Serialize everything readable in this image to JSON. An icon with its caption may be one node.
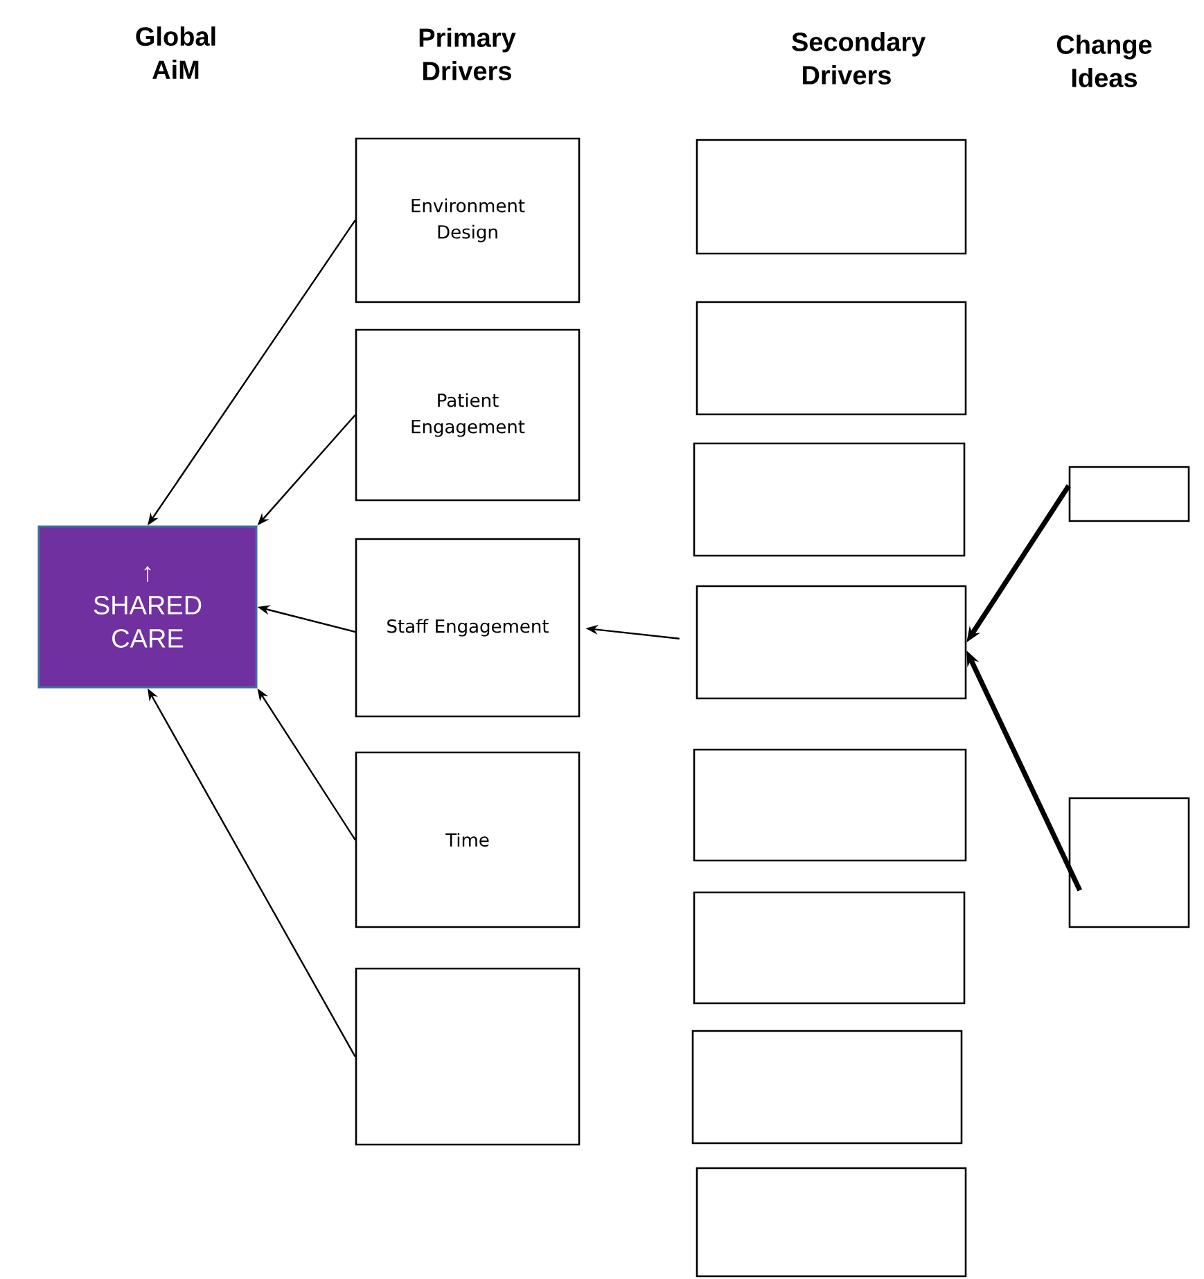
{
  "diagram": {
    "nodes": [
      {
        "text": [
          "↑ SHARED CARE"
        ]
      },
      {
        "text": [
          "Environment Design"
        ]
      },
      {
        "text": [
          "Patient Engagement"
        ]
      },
      {
        "text": [
          "Staff Engagement"
        ]
      },
      {
        "text": [
          "Time"
        ]
      },
      {
        "text": [],
        "shape": "box"
      },
      {
        "text": [],
        "shape": "box"
      },
      {
        "text": [],
        "shape": "box"
      },
      {
        "text": [],
        "shape": "box"
      },
      {
        "text": [],
        "shape": "box"
      },
      {
        "text": [],
        "shape": "box"
      },
      {
        "text": [],
        "shape": "box"
      },
      {
        "text": [],
        "shape": "box"
      },
      {
        "text": [],
        "shape": "box"
      },
      {
        "text": [],
        "shape": "box"
      },
      {
        "text": [],
        "shape": "box"
      }
    ],
    "edges": [
      {
        "from": 1,
        "to": 0,
        "arrow": "to"
      },
      {
        "from": 2,
        "to": 0,
        "arrow": "to"
      },
      {
        "from": 3,
        "to": 0,
        "arrow": "to"
      },
      {
        "from": 4,
        "to": 0,
        "arrow": "to"
      },
      {
        "from": 5,
        "to": 0,
        "arrow": "to"
      },
      {
        "from": 9,
        "to": 3,
        "arrow": "to"
      },
      {
        "from": 14,
        "to": 9,
        "arrow": "to",
        "style": "thick"
      },
      {
        "from": 15,
        "to": 9,
        "arrow": "to",
        "style": "thick"
      }
    ],
    "labels": [
      "Global AiM",
      "Primary Drivers",
      "Secondary Drivers",
      "Change Ideas"
    ]
  }
}
